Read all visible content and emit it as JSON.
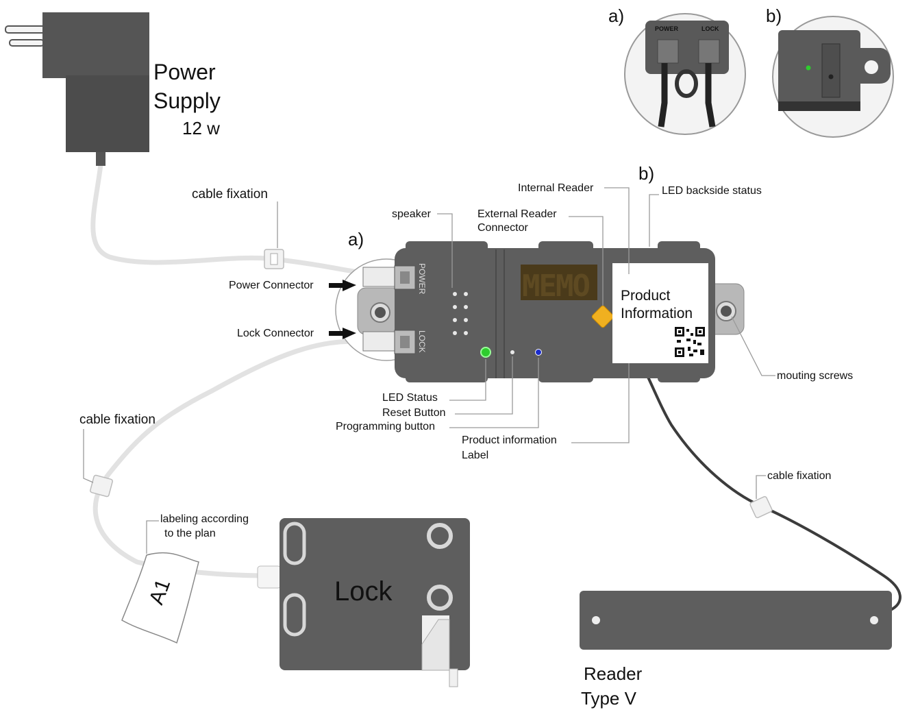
{
  "labels": {
    "power_supply_line1": "Power",
    "power_supply_line2": "Supply",
    "power_supply_watt": "12 w",
    "cable_fixation_top": "cable fixation",
    "cable_fixation_left": "cable fixation",
    "cable_fixation_right": "cable fixation",
    "speaker": "speaker",
    "external_reader_line1": "External Reader",
    "external_reader_line2": "Connector",
    "internal_reader": "Internal Reader",
    "led_backside": "LED backside status",
    "power_connector": "Power Connector",
    "lock_connector": "Lock Connector",
    "led_status": "LED Status",
    "reset_button": "Reset Button",
    "programming_button": "Programming button",
    "product_info_label_line1": "Product information",
    "product_info_label_line2": "Label",
    "mounting_screws": "mouting screws",
    "labeling_line1": "labeling according",
    "labeling_line2": "to the plan",
    "tag_text": "A1",
    "lock": "Lock",
    "reader_line1": "Reader",
    "reader_line2": "Type V",
    "product_info_line1": "Product",
    "product_info_line2": "Information",
    "memo_display": "MEMO",
    "port_power": "POWER",
    "port_lock": "LOCK"
  },
  "markers": {
    "a": "a)",
    "b": "b)",
    "inset_a": "a)",
    "inset_b": "b)"
  },
  "inset_a_labels": {
    "power": "POWER",
    "lock": "LOCK"
  },
  "colors": {
    "device_body": "#5e5e5e",
    "led_green": "#2ecc2e",
    "button_blue": "#1a2ccc",
    "connector_yellow": "#f0b020",
    "display_amber": "#4a3a1a"
  }
}
